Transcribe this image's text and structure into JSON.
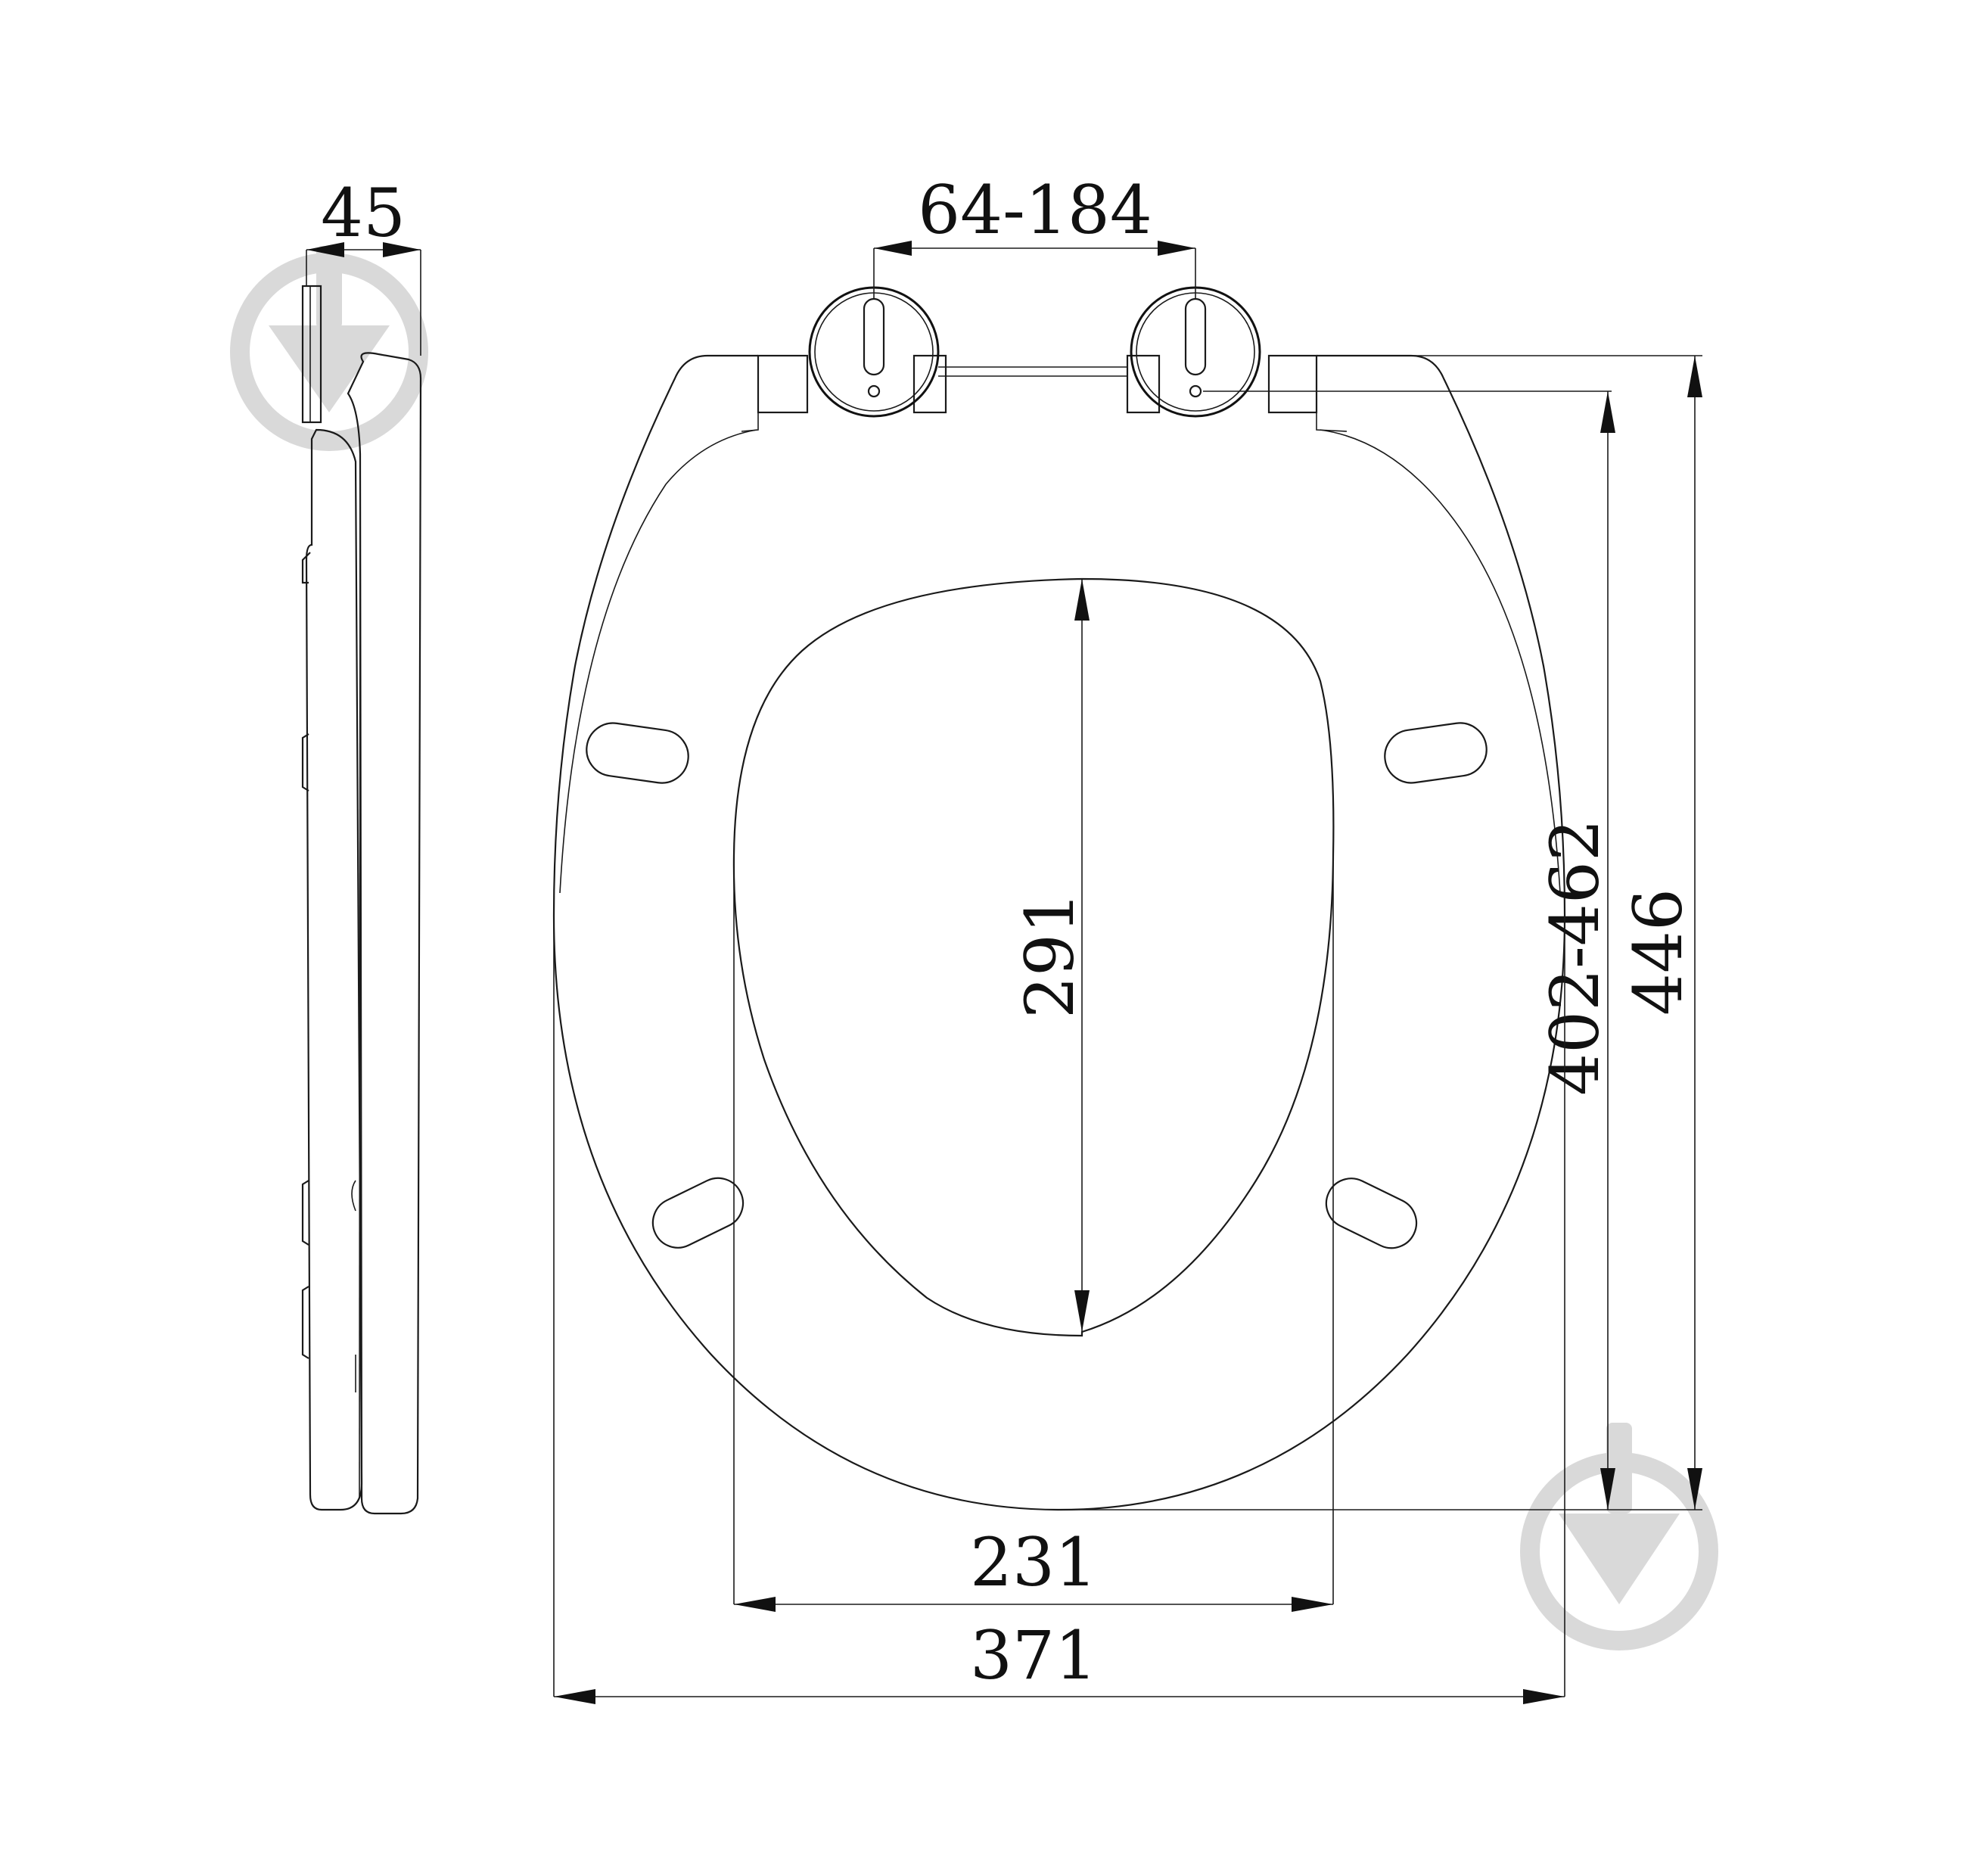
{
  "dimensions": {
    "thickness": "45",
    "hinge_spacing": "64-184",
    "hole_to_front": "402-462",
    "overall_length": "446",
    "opening_length": "291",
    "opening_width": "231",
    "overall_width": "371"
  },
  "watermark_icon": "download-arrow-icon",
  "colors": {
    "line": "#1a1a1a",
    "watermark": "#d9d9d9",
    "background": "#ffffff"
  }
}
